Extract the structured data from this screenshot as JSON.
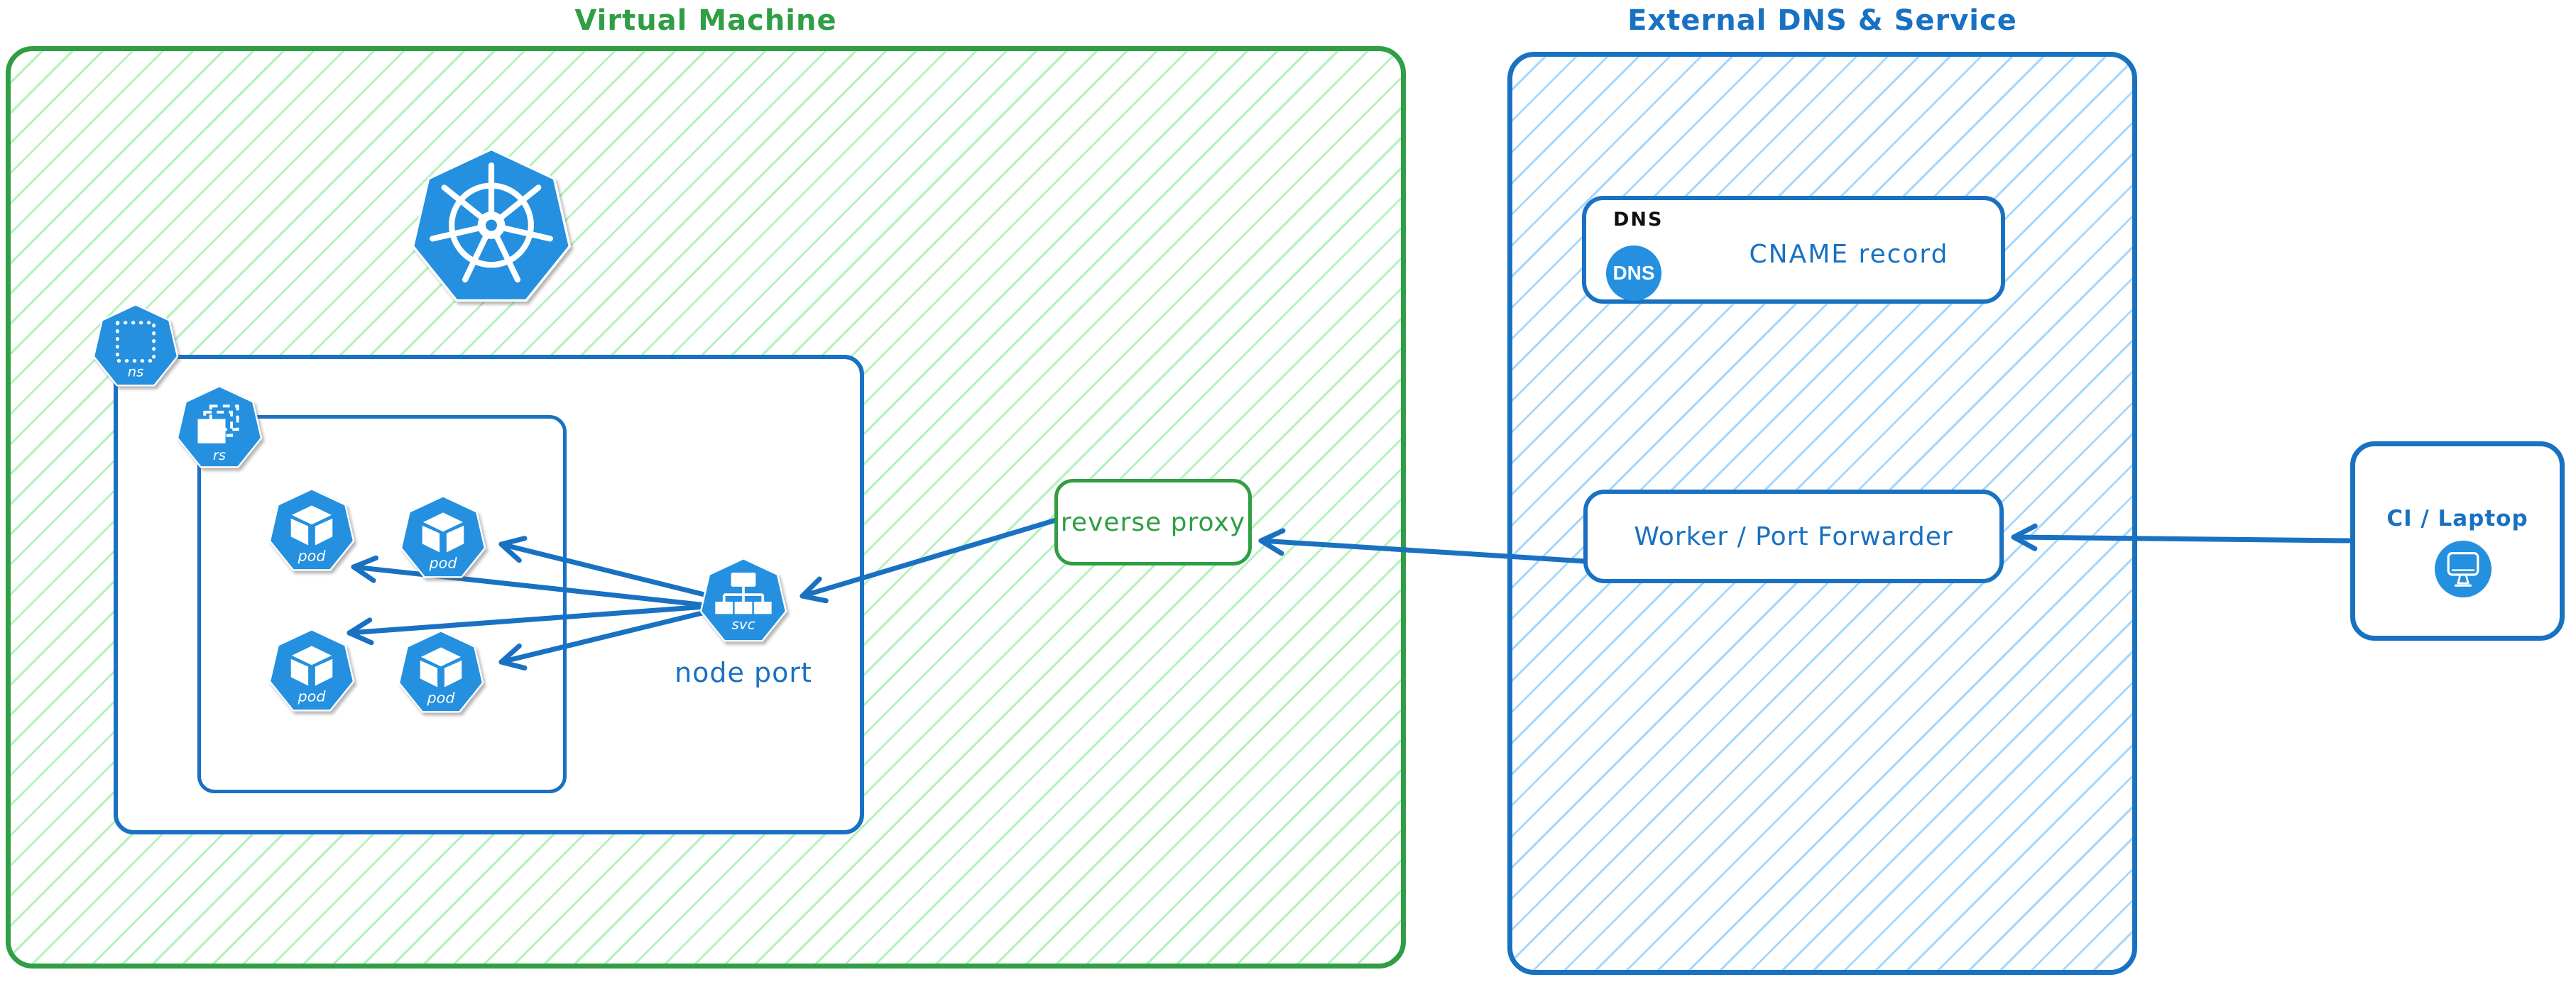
{
  "diagram": {
    "vm": {
      "title": "Virtual Machine",
      "namespace_label": "ns",
      "replicaset_label": "rs",
      "pods": [
        "pod",
        "pod",
        "pod",
        "pod"
      ],
      "service_label": "svc",
      "service_caption": "node port",
      "reverse_proxy_label": "reverse proxy"
    },
    "external": {
      "title": "External DNS & Service",
      "dns_card": {
        "tag": "DNS",
        "badge": "DNS",
        "record": "CNAME record"
      },
      "worker_label": "Worker / Port Forwarder"
    },
    "client": {
      "label": "CI / Laptop"
    },
    "colors": {
      "vm_border": "#2f9e44",
      "vm_hatch": "#b2f2bb",
      "external_border": "#1971c2",
      "external_hatch": "#a5d8ff",
      "arrow": "#1971c2",
      "k8s_icon_blue": "#2490df",
      "dns_tag_text": "#111111"
    }
  }
}
